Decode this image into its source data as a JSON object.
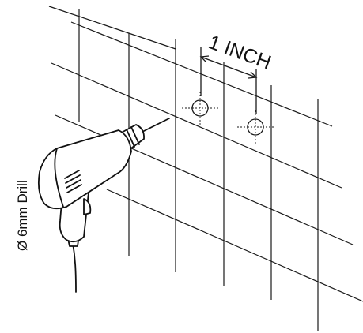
{
  "dimension": {
    "label": "1 INCH"
  },
  "drill": {
    "label": "Ø 6mm Drill",
    "icon": "power-drill-icon"
  },
  "holes": [
    {
      "name": "drill-hole-left"
    },
    {
      "name": "drill-hole-right"
    }
  ]
}
